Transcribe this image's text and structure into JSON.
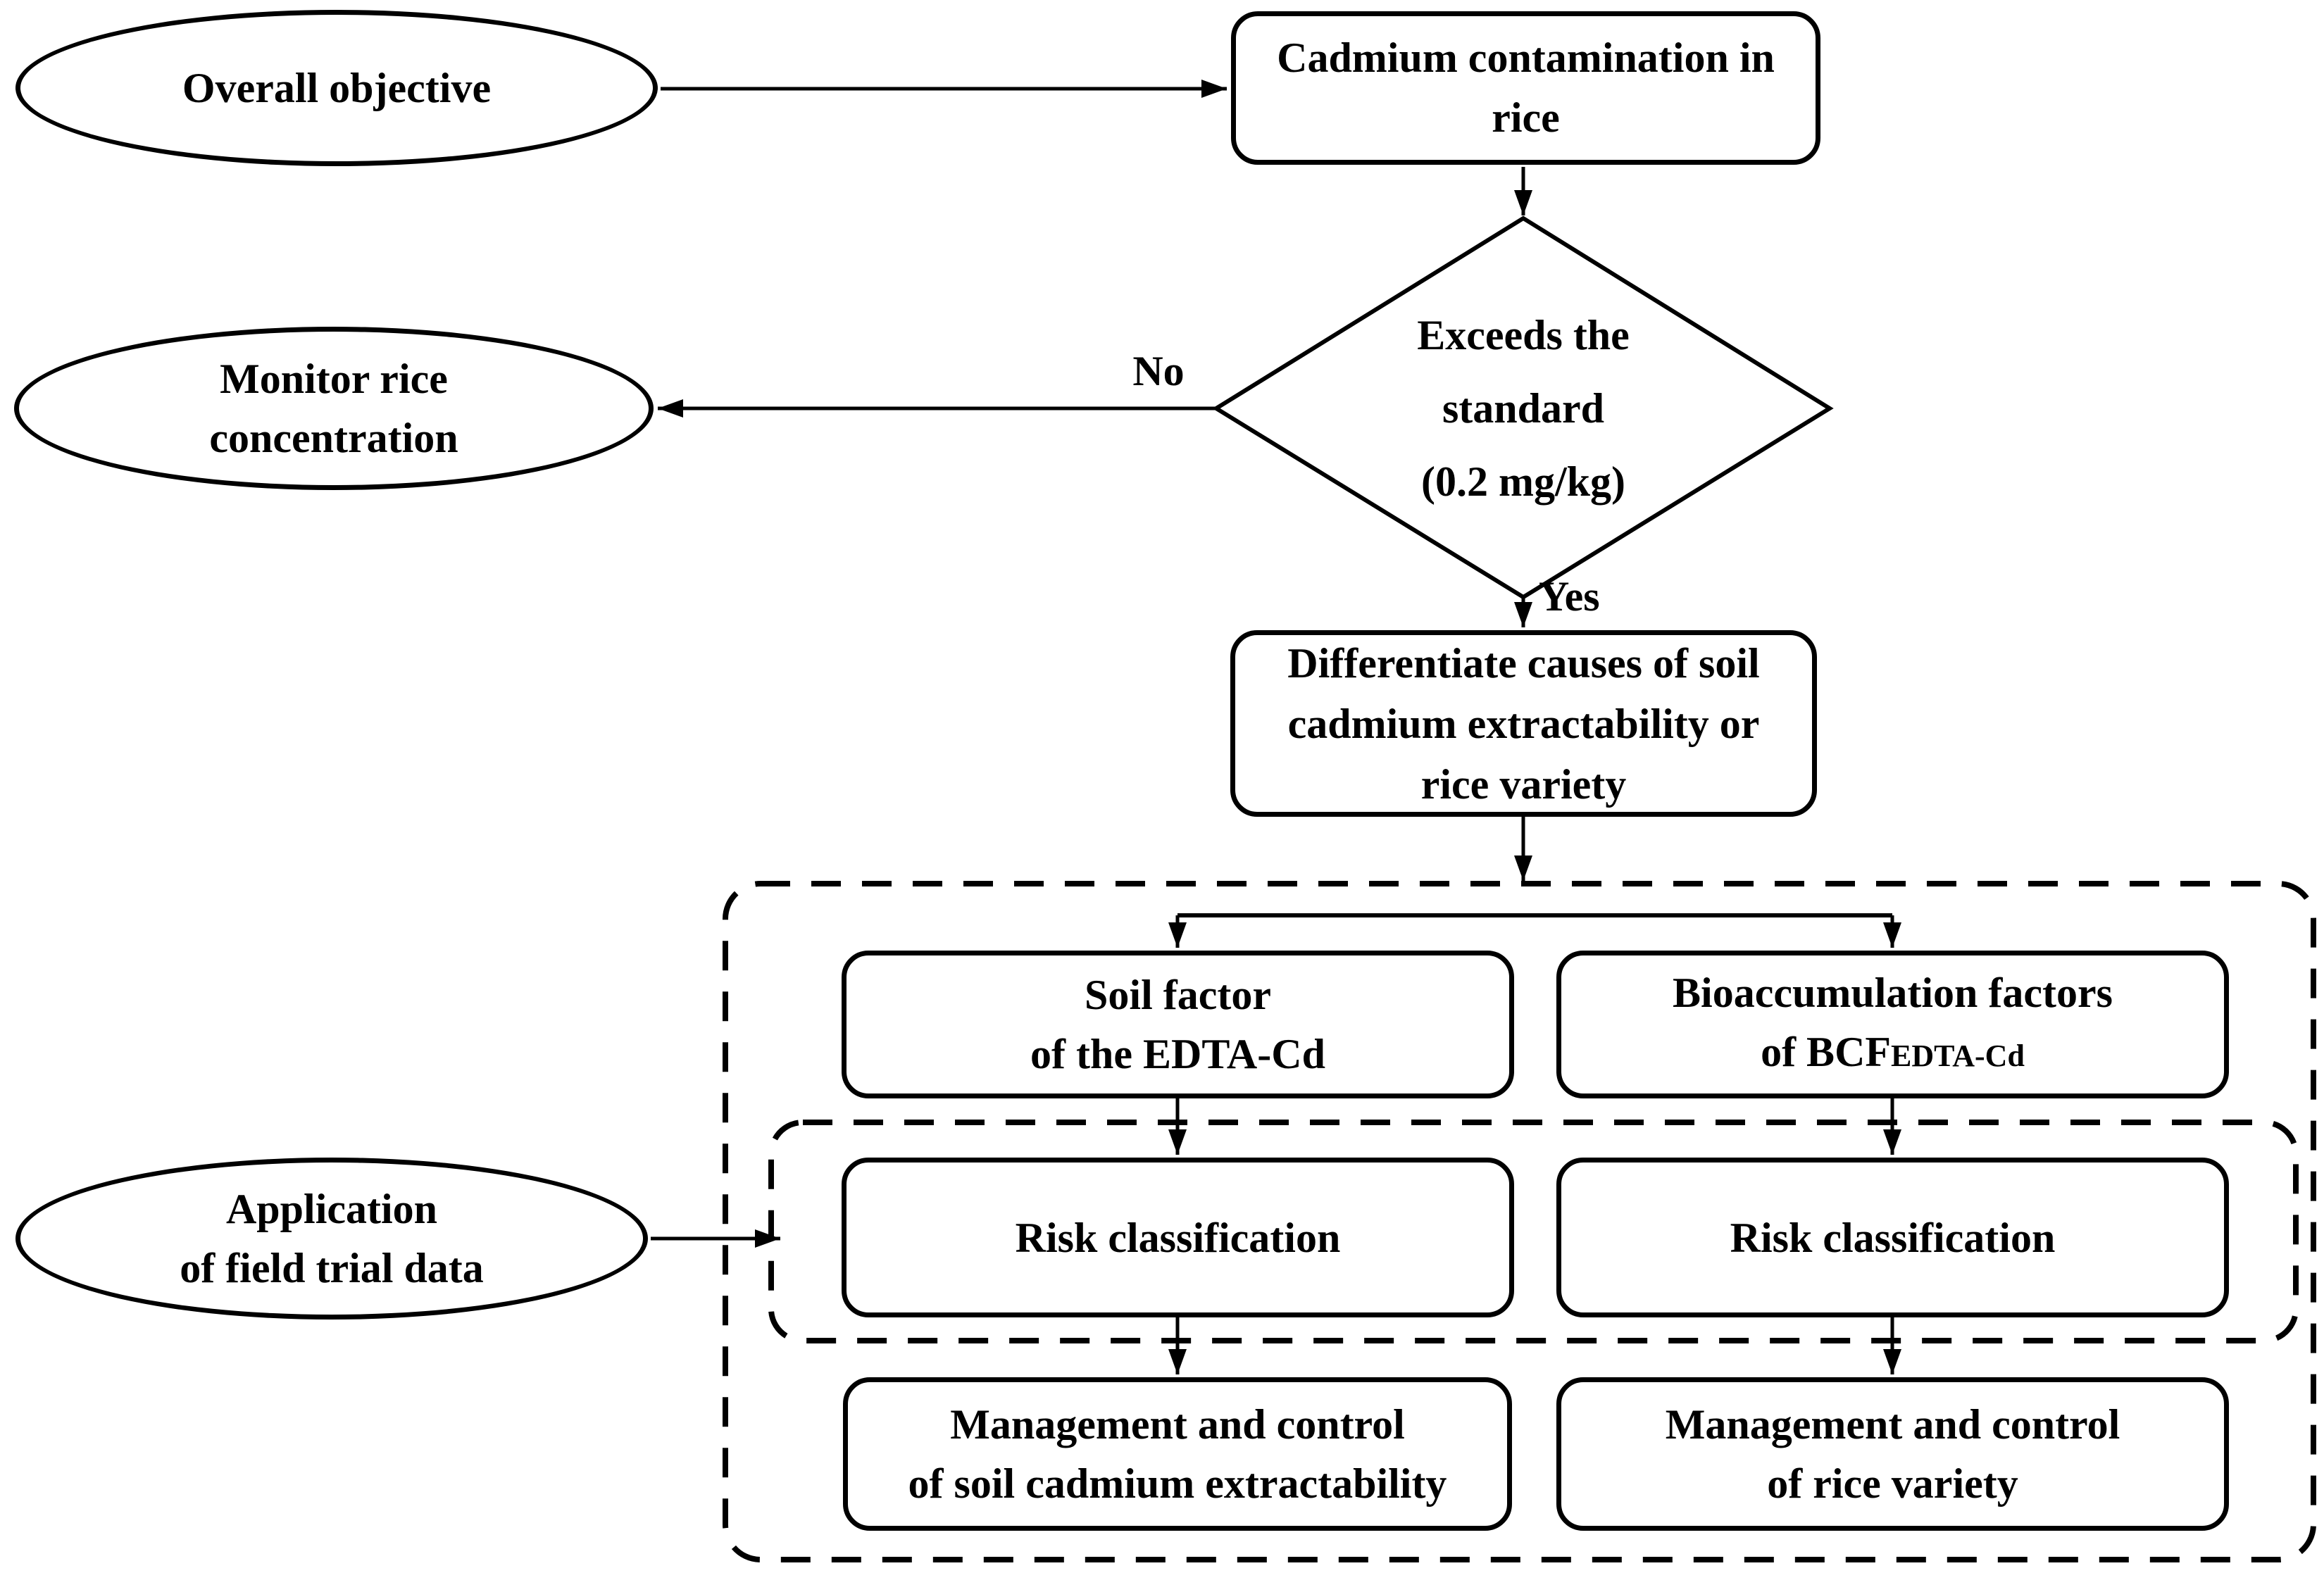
{
  "diagram": {
    "colors": {
      "ink": "#000000",
      "background": "#ffffff"
    },
    "nodes": {
      "overall_objective": {
        "label": "Overall objective"
      },
      "cadmium_contamination": {
        "lines": [
          "Cadmium contamination in",
          "rice"
        ]
      },
      "exceeds_standard_decision": {
        "lines": [
          "Exceeds the",
          "standard",
          "(0.2 mg/kg)"
        ]
      },
      "monitor_rice": {
        "lines": [
          "Monitor rice",
          "concentration"
        ]
      },
      "differentiate_causes": {
        "lines": [
          "Differentiate causes of soil",
          "cadmium extractability or",
          "rice variety"
        ]
      },
      "soil_factor": {
        "lines": [
          "Soil factor",
          "of the EDTA-Cd"
        ]
      },
      "bioaccumulation": {
        "line1": "Bioaccumulation factors",
        "line2_prefix": "of BCF",
        "line2_subscript": "EDTA-Cd"
      },
      "risk_classification_left": {
        "label": "Risk classification"
      },
      "risk_classification_right": {
        "label": "Risk classification"
      },
      "management_soil": {
        "lines": [
          "Management and control",
          "of soil cadmium extractability"
        ]
      },
      "management_rice": {
        "lines": [
          "Management and control",
          "of rice variety"
        ]
      },
      "application_field_data": {
        "lines": [
          "Application",
          "of field trial data"
        ]
      }
    },
    "edge_labels": {
      "no": "No",
      "yes": "Yes"
    }
  }
}
